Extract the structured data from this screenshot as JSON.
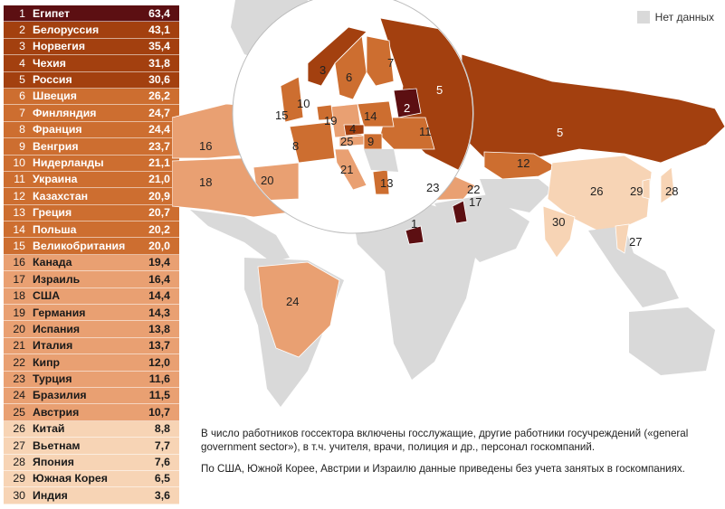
{
  "legend": {
    "label": "Нет данных",
    "color": "#d9d9d9"
  },
  "colors": {
    "top1": "#5c0f12",
    "group1": "#a3400f",
    "group2": "#cd6e30",
    "group3": "#e9a072",
    "group4": "#f7d4b5",
    "nodata": "#d9d9d9"
  },
  "ranking": [
    {
      "rank": "1",
      "country": "Египет",
      "value": "63,4",
      "group": "top1"
    },
    {
      "rank": "2",
      "country": "Белоруссия",
      "value": "43,1",
      "group": "group1"
    },
    {
      "rank": "3",
      "country": "Норвегия",
      "value": "35,4",
      "group": "group1"
    },
    {
      "rank": "4",
      "country": "Чехия",
      "value": "31,8",
      "group": "group1"
    },
    {
      "rank": "5",
      "country": "Россия",
      "value": "30,6",
      "group": "group1"
    },
    {
      "rank": "6",
      "country": "Швеция",
      "value": "26,2",
      "group": "group2"
    },
    {
      "rank": "7",
      "country": "Финляндия",
      "value": "24,7",
      "group": "group2"
    },
    {
      "rank": "8",
      "country": "Франция",
      "value": "24,4",
      "group": "group2"
    },
    {
      "rank": "9",
      "country": "Венгрия",
      "value": "23,7",
      "group": "group2"
    },
    {
      "rank": "10",
      "country": "Нидерланды",
      "value": "21,1",
      "group": "group2"
    },
    {
      "rank": "11",
      "country": "Украина",
      "value": "21,0",
      "group": "group2"
    },
    {
      "rank": "12",
      "country": "Казахстан",
      "value": "20,9",
      "group": "group2"
    },
    {
      "rank": "13",
      "country": "Греция",
      "value": "20,7",
      "group": "group2"
    },
    {
      "rank": "14",
      "country": "Польша",
      "value": "20,2",
      "group": "group2"
    },
    {
      "rank": "15",
      "country": "Великобритания",
      "value": "20,0",
      "group": "group2"
    },
    {
      "rank": "16",
      "country": "Канада",
      "value": "19,4",
      "group": "group3"
    },
    {
      "rank": "17",
      "country": "Израиль",
      "value": "16,4",
      "group": "group3"
    },
    {
      "rank": "18",
      "country": "США",
      "value": "14,4",
      "group": "group3"
    },
    {
      "rank": "19",
      "country": "Германия",
      "value": "14,3",
      "group": "group3"
    },
    {
      "rank": "20",
      "country": "Испания",
      "value": "13,8",
      "group": "group3"
    },
    {
      "rank": "21",
      "country": "Италия",
      "value": "13,7",
      "group": "group3"
    },
    {
      "rank": "22",
      "country": "Кипр",
      "value": "12,0",
      "group": "group3"
    },
    {
      "rank": "23",
      "country": "Турция",
      "value": "11,6",
      "group": "group3"
    },
    {
      "rank": "24",
      "country": "Бразилия",
      "value": "11,5",
      "group": "group3"
    },
    {
      "rank": "25",
      "country": "Австрия",
      "value": "10,7",
      "group": "group3"
    },
    {
      "rank": "26",
      "country": "Китай",
      "value": "8,8",
      "group": "group4"
    },
    {
      "rank": "27",
      "country": "Вьетнам",
      "value": "7,7",
      "group": "group4"
    },
    {
      "rank": "28",
      "country": "Япония",
      "value": "7,6",
      "group": "group4"
    },
    {
      "rank": "29",
      "country": "Южная Корея",
      "value": "6,5",
      "group": "group4"
    },
    {
      "rank": "30",
      "country": "Индия",
      "value": "3,6",
      "group": "group4"
    }
  ],
  "notes": [
    "В число работников госсектора включены госслужащие, другие работники госучреждений («general government sector»), в т.ч. учителя, врачи, полиция и др., персонал госкомпаний.",
    "По США, Южной Корее, Австрии и Израилю данные приведены без учета занятых в госкомпаниях."
  ],
  "map_labels": {
    "canada": "16",
    "usa": "18",
    "brazil": "24",
    "spain": "20",
    "egypt": "1",
    "israel": "17",
    "cyprus": "22",
    "turkey": "23",
    "russia": "5",
    "kazakhstan": "12",
    "china": "26",
    "india": "30",
    "vietnam": "27",
    "korea": "29",
    "japan": "28",
    "norway": "3",
    "sweden": "6",
    "finland": "7",
    "belarus": "2",
    "russia_inset": "5",
    "uk": "15",
    "netherlands": "10",
    "germany": "19",
    "poland": "14",
    "ukraine": "11",
    "france": "8",
    "czech": "4",
    "austria": "25",
    "hungary": "9",
    "italy": "21",
    "greece": "13"
  }
}
